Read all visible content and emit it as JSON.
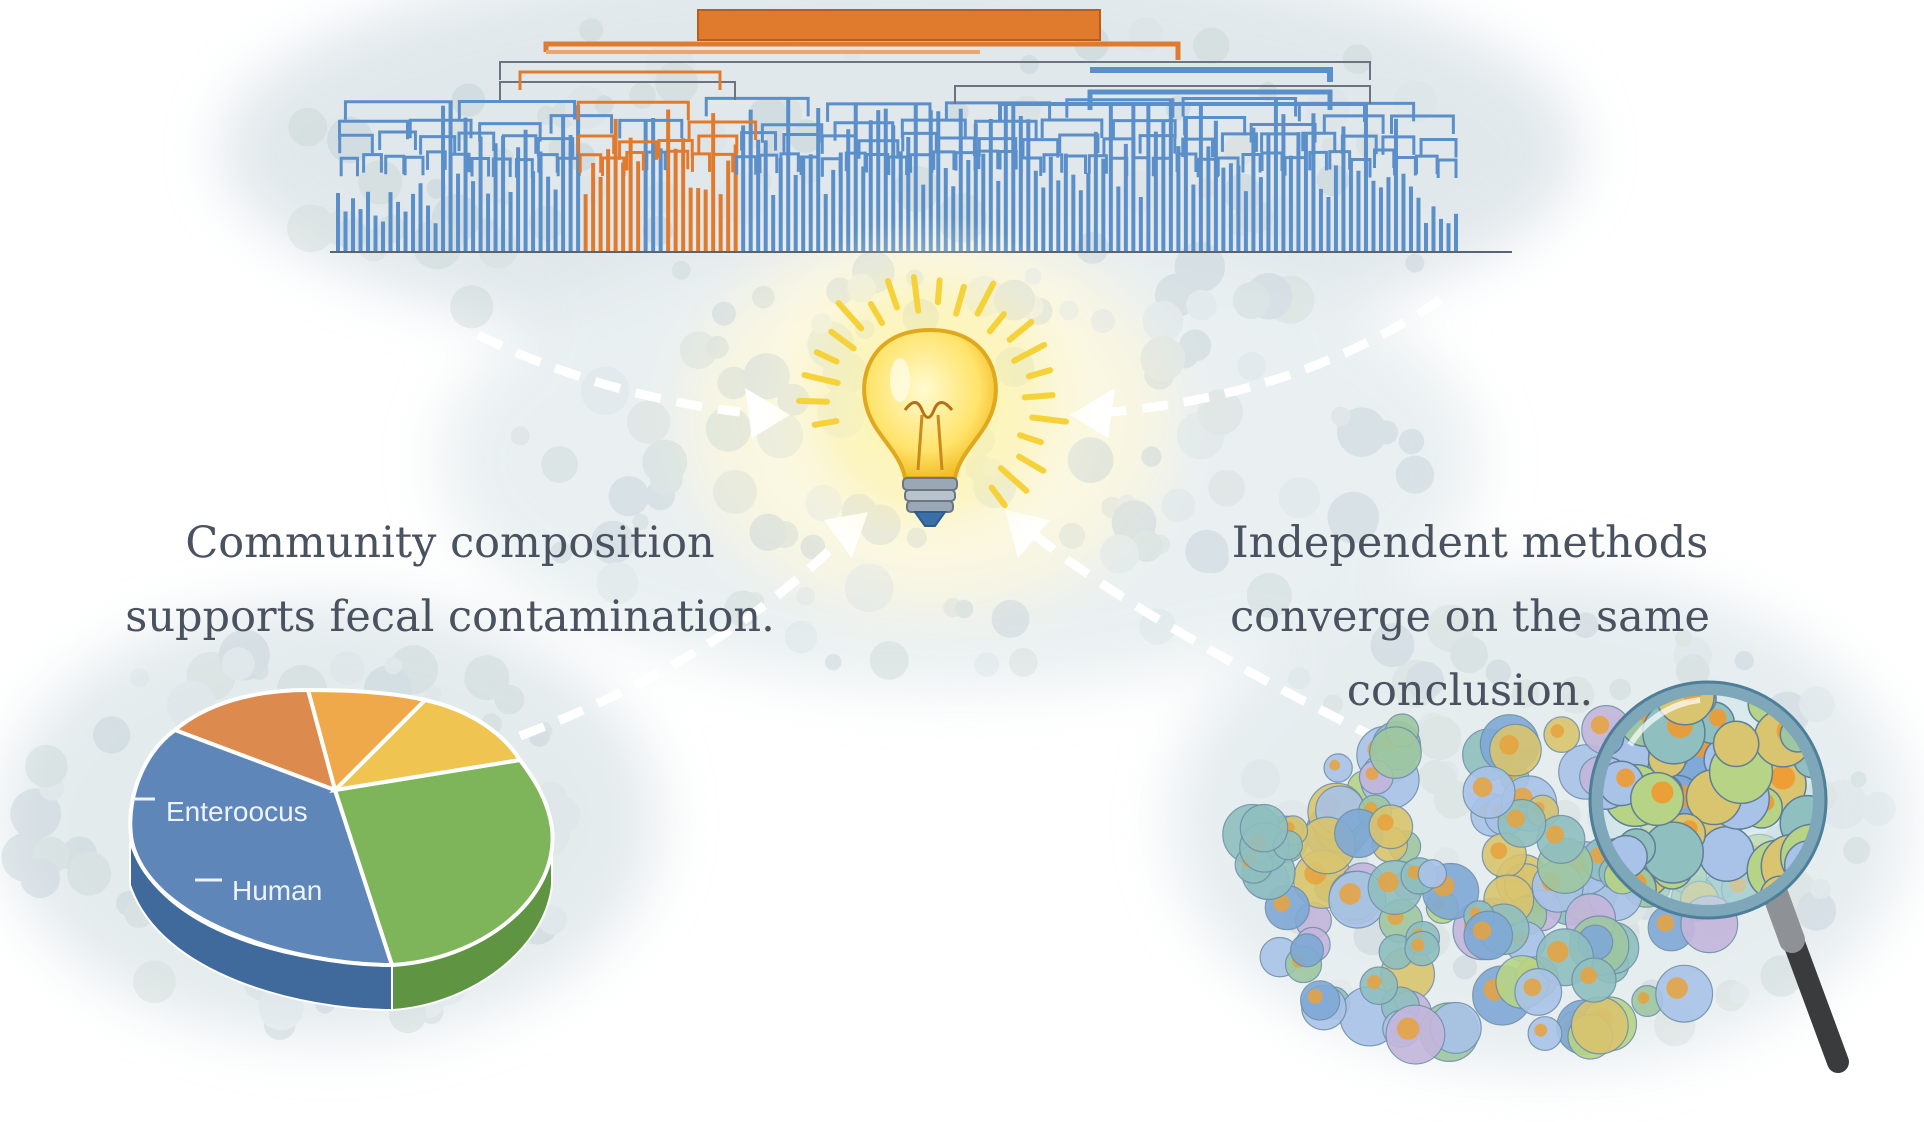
{
  "captions": {
    "left": [
      "Community composition",
      "supports fecal contamination."
    ],
    "right": [
      "Independent methods",
      "converge on the same",
      "conclusion."
    ]
  },
  "pie": {
    "labels": [
      "Enteroocus",
      "Human"
    ]
  },
  "colors": {
    "dendrogram_blue": "#5b8fc9",
    "dendrogram_orange": "#e07b2e",
    "pie_blue": "#5e86b8",
    "pie_green": "#7fb55a",
    "pie_orange": "#dc8a4e",
    "pie_yellow": "#f0c451",
    "bulb_yellow": "#ffe36a",
    "caption_text": "#4a5260"
  },
  "icons": {
    "center": "lightbulb-icon",
    "right": "magnifying-glass-icon"
  }
}
